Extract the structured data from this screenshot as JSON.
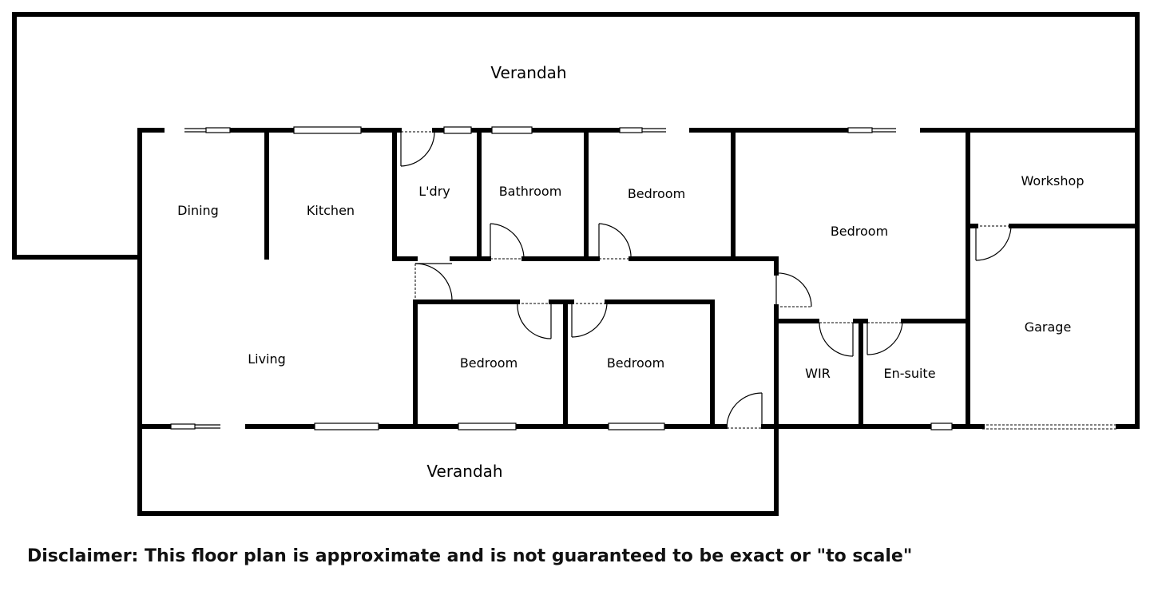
{
  "plan": {
    "rooms": {
      "verandah_top": "Verandah",
      "verandah_bottom": "Verandah",
      "dining": "Dining",
      "kitchen": "Kitchen",
      "laundry": "L'dry",
      "bathroom": "Bathroom",
      "bedroom_top": "Bedroom",
      "bedroom_master": "Bedroom",
      "workshop": "Workshop",
      "garage": "Garage",
      "living": "Living",
      "bedroom_mid_left": "Bedroom",
      "bedroom_mid_right": "Bedroom",
      "wir": "WIR",
      "ensuite": "En-suite"
    },
    "disclaimer": "Disclaimer: This floor plan is approximate and is not guaranteed to be exact or \"to scale\""
  }
}
